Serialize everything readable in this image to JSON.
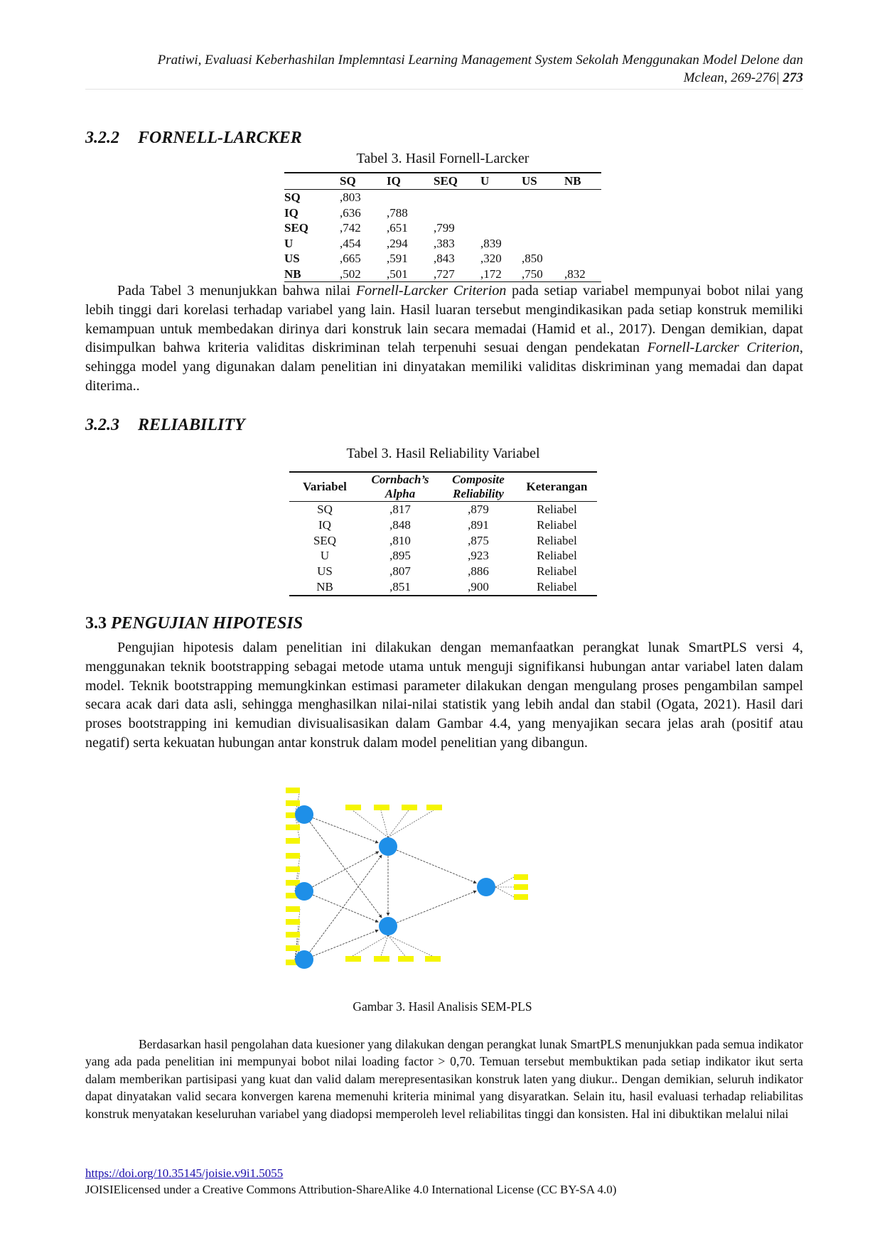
{
  "header": {
    "line1": "Pratiwi, Evaluasi Keberhashilan Implemntasi Learning Management System Sekolah Menggunakan Model Delone dan",
    "line2_text": "Mclean, 269-276| ",
    "page_number": "273"
  },
  "sec322": {
    "num": "3.2.2",
    "title": "FORNELL-LARCKER"
  },
  "table3": {
    "caption": "Tabel 3. Hasil Fornell-Larcker",
    "columns": [
      "",
      "SQ",
      "IQ",
      "SEQ",
      "U",
      "US",
      "NB"
    ],
    "rows": [
      [
        "SQ",
        ",803",
        "",
        "",
        "",
        "",
        ""
      ],
      [
        "IQ",
        ",636",
        ",788",
        "",
        "",
        "",
        ""
      ],
      [
        "SEQ",
        ",742",
        ",651",
        ",799",
        "",
        "",
        ""
      ],
      [
        "U",
        ",454",
        ",294",
        ",383",
        ",839",
        "",
        ""
      ],
      [
        "US",
        ",665",
        ",591",
        ",843",
        ",320",
        ",850",
        ""
      ],
      [
        "NB",
        ",502",
        ",501",
        ",727",
        ",172",
        ",750",
        ",832"
      ]
    ]
  },
  "para1": {
    "t1": "Pada Tabel 3 menunjukkan bahwa nilai ",
    "i1": "Fornell-Larcker Criterion",
    "t2": " pada setiap variabel mempunyai bobot nilai yang lebih tinggi dari korelasi terhadap variabel yang lain. Hasil luaran tersebut mengindikasikan pada setiap konstruk memiliki kemampuan untuk membedakan dirinya dari konstruk lain secara memadai (Hamid et al., 2017). Dengan demikian, dapat disimpulkan bahwa kriteria validitas diskriminan telah terpenuhi sesuai dengan pendekatan ",
    "i2": "Fornell-Larcker Criterion",
    "t3": ", sehingga model yang digunakan dalam penelitian ini dinyatakan memiliki validitas diskriminan yang memadai dan dapat diterima.."
  },
  "sec323": {
    "num": "3.2.3",
    "title": "RELIABILITY"
  },
  "table4": {
    "caption": "Tabel 3. Hasil Reliability Variabel",
    "h_variabel": "Variabel",
    "h_alpha_1": "Cornbach’s",
    "h_alpha_2": "Alpha",
    "h_comp_1": "Composite",
    "h_comp_2": "Reliability",
    "h_ket": "Keterangan",
    "rows": [
      [
        "SQ",
        ",817",
        ",879",
        "Reliabel"
      ],
      [
        "IQ",
        ",848",
        ",891",
        "Reliabel"
      ],
      [
        "SEQ",
        ",810",
        ",875",
        "Reliabel"
      ],
      [
        "U",
        ",895",
        ",923",
        "Reliabel"
      ],
      [
        "US",
        ",807",
        ",886",
        "Reliabel"
      ],
      [
        "NB",
        ",851",
        ",900",
        "Reliabel"
      ]
    ]
  },
  "sec33": {
    "num": "3.3",
    "title": "PENGUJIAN HIPOTESIS"
  },
  "para2": "Pengujian hipotesis dalam penelitian ini dilakukan dengan memanfaatkan perangkat lunak SmartPLS versi 4, menggunakan teknik bootstrapping sebagai metode utama untuk menguji signifikansi hubungan antar variabel laten dalam model. Teknik bootstrapping memungkinkan estimasi parameter dilakukan dengan mengulang proses pengambilan sampel secara acak dari data asli, sehingga menghasilkan nilai-nilai statistik yang lebih andal dan stabil (Ogata, 2021). Hasil dari proses bootstrapping ini kemudian divisualisasikan dalam Gambar 4.4, yang menyajikan secara jelas arah (positif atau negatif) serta kekuatan hubungan antar konstruk dalam model penelitian yang dibangun.",
  "figure": {
    "caption": "Gambar 3. Hasil Analisis SEM-PLS",
    "colors": {
      "construct": "#1e8fe8",
      "indicator": "#f5f500",
      "line": "#333333"
    }
  },
  "para3": "Berdasarkan hasil pengolahan data kuesioner yang dilakukan dengan perangkat lunak SmartPLS menunjukkan pada semua indikator yang ada pada penelitian ini mempunyai bobot nilai loading factor > 0,70. Temuan tersebut membuktikan pada setiap indikator ikut serta dalam memberikan partisipasi yang kuat dan valid dalam merepresentasikan konstruk laten yang diukur.. Dengan demikian, seluruh indikator dapat dinyatakan valid secara konvergen karena memenuhi kriteria minimal yang disyaratkan. Selain itu, hasil evaluasi terhadap reliabilitas konstruk menyatakan keseluruhan variabel yang diadopsi memperoleh level reliabilitas tinggi dan konsisten. Hal ini dibuktikan melalui nilai",
  "footer": {
    "doi": "https://doi.org/10.35145/joisie.v9i1.5055",
    "license": "JOISIElicensed under a Creative Commons Attribution-ShareAlike 4.0 International License (CC BY-SA 4.0)"
  }
}
